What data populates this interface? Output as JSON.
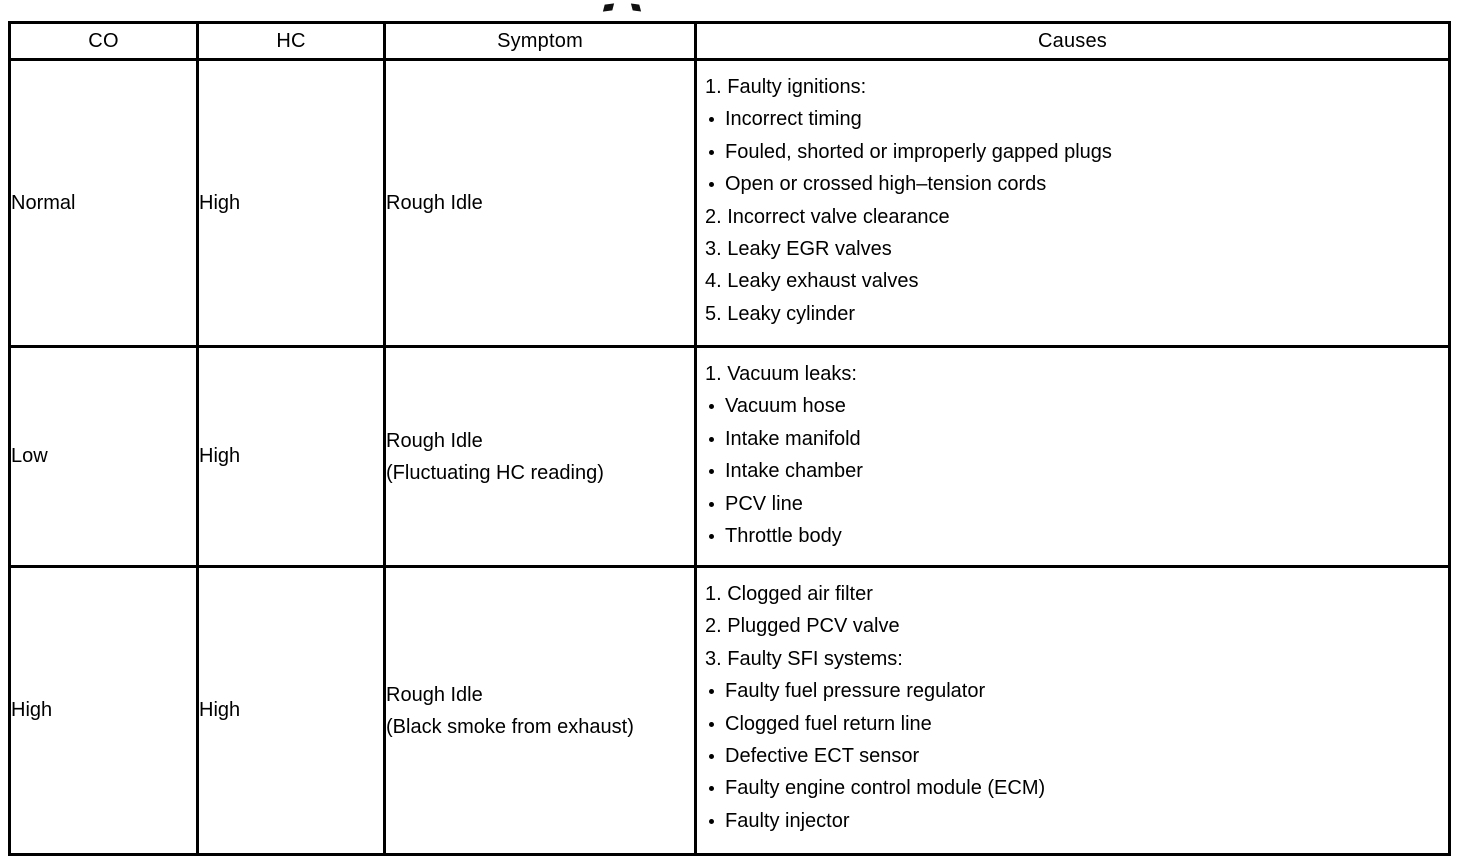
{
  "document": {
    "type": "diagnostic-table",
    "artifacts": [
      "speck-mark-left",
      "speck-mark-right"
    ]
  },
  "table": {
    "headers": {
      "co": "CO",
      "hc": "HC",
      "symptom": "Symptom",
      "causes": "Causes"
    },
    "rows": [
      {
        "co": "Normal",
        "hc": "High",
        "symptom_lines": [
          "Rough Idle"
        ],
        "causes": [
          {
            "marker": "numbered",
            "text": "1. Faulty ignitions:"
          },
          {
            "marker": "bulleted",
            "text": "Incorrect timing"
          },
          {
            "marker": "bulleted",
            "text": "Fouled, shorted or improperly gapped plugs"
          },
          {
            "marker": "bulleted",
            "text": "Open or crossed high–tension cords"
          },
          {
            "marker": "numbered",
            "text": "2. Incorrect valve clearance"
          },
          {
            "marker": "numbered",
            "text": "3. Leaky EGR valves"
          },
          {
            "marker": "numbered",
            "text": "4. Leaky exhaust valves"
          },
          {
            "marker": "numbered",
            "text": "5. Leaky cylinder"
          }
        ]
      },
      {
        "co": "Low",
        "hc": "High",
        "symptom_lines": [
          "Rough Idle",
          "(Fluctuating HC reading)"
        ],
        "causes": [
          {
            "marker": "numbered",
            "text": "1. Vacuum leaks:"
          },
          {
            "marker": "bulleted",
            "text": "Vacuum hose"
          },
          {
            "marker": "bulleted",
            "text": "Intake manifold"
          },
          {
            "marker": "bulleted",
            "text": "Intake chamber"
          },
          {
            "marker": "bulleted",
            "text": "PCV line"
          },
          {
            "marker": "bulleted",
            "text": "Throttle body"
          }
        ]
      },
      {
        "co": "High",
        "hc": "High",
        "symptom_lines": [
          "Rough Idle",
          "(Black smoke from exhaust)"
        ],
        "causes": [
          {
            "marker": "numbered",
            "text": "1. Clogged air filter"
          },
          {
            "marker": "numbered",
            "text": "2. Plugged PCV valve"
          },
          {
            "marker": "numbered",
            "text": "3. Faulty SFI systems:"
          },
          {
            "marker": "bulleted",
            "text": "Faulty fuel pressure regulator"
          },
          {
            "marker": "bulleted",
            "text": "Clogged fuel return line"
          },
          {
            "marker": "bulleted",
            "text": "Defective ECT sensor"
          },
          {
            "marker": "bulleted",
            "text": "Faulty engine control module (ECM)"
          },
          {
            "marker": "bulleted",
            "text": "Faulty injector"
          }
        ]
      }
    ]
  },
  "colors": {
    "ink": "#000000",
    "page": "#ffffff"
  }
}
